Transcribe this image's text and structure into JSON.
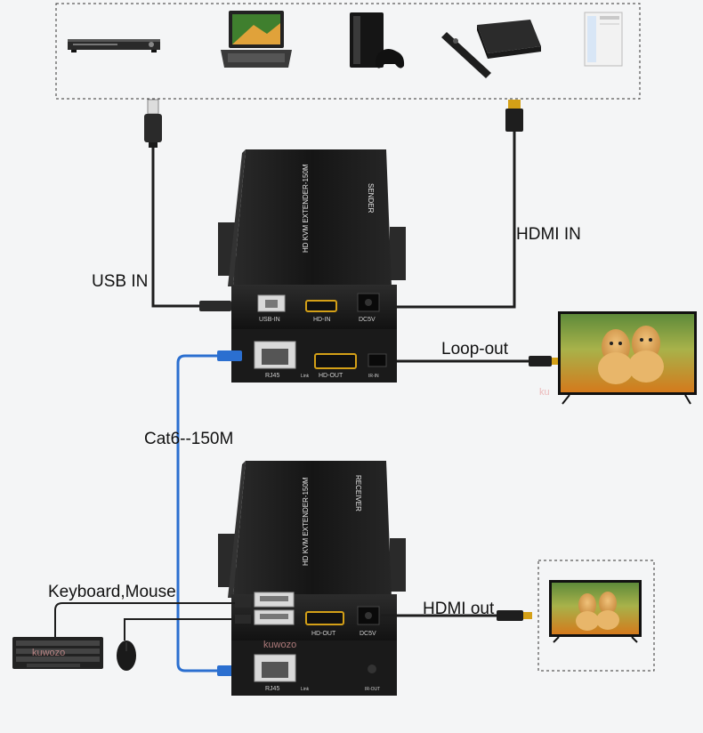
{
  "labels": {
    "usb_in": "USB IN",
    "hdmi_in": "HDMI IN",
    "loop_out": "Loop-out",
    "cat6": "Cat6--150M",
    "keyboard_mouse": "Keyboard,Mouse",
    "hdmi_out": "HDMI out"
  },
  "sender": {
    "model_text": "HD KVM EXTENDER-150M",
    "role_text": "SENDER",
    "top_ports": [
      "USB-IN",
      "HD-IN",
      "DC5V"
    ],
    "bottom_ports": [
      "RJ45",
      "Link",
      "HD-OUT",
      "IR-IN"
    ]
  },
  "receiver": {
    "model_text": "HD KVM EXTENDER-150M",
    "role_text": "RECEIVER",
    "top_ports": [
      "HD-OUT",
      "DC5V"
    ],
    "bottom_ports": [
      "RJ45",
      "Link",
      "IR-OUT"
    ]
  },
  "watermarks": {
    "top_tv": "ku",
    "receiver": "kuwozo",
    "keyboard": "kuwozo"
  },
  "source_devices": [
    "dvd-player",
    "laptop",
    "game-console",
    "tv-box",
    "desktop-pc"
  ],
  "colors": {
    "cable_dark": "#1d1d1d",
    "cable_blue": "#2b6fd0",
    "device_body": "#1c1c1c",
    "hdmi_gold": "#d4a017"
  }
}
